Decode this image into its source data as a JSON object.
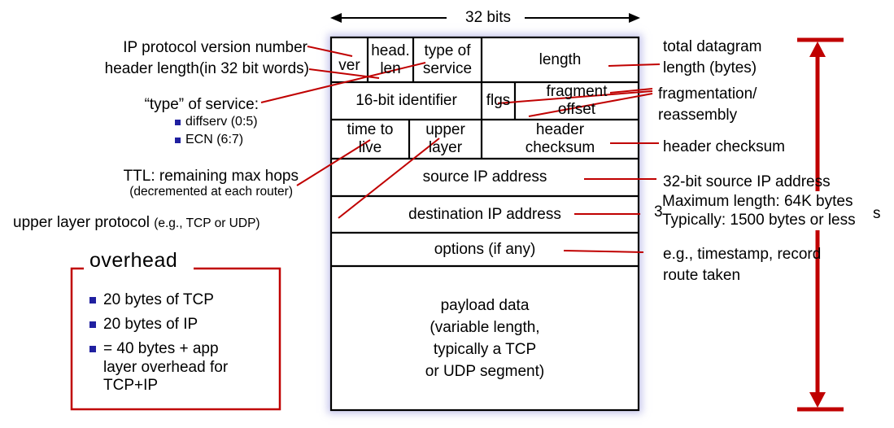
{
  "colors": {
    "accent_red": "#c00000",
    "bullet_blue": "#2020a0",
    "line_black": "#000000",
    "glow_lavender": "#a5a5e1"
  },
  "scale": {
    "label": "32 bits"
  },
  "header": {
    "ver": "ver",
    "head_len": "head.\nlen",
    "type_of_service": "type of\nservice",
    "length": "length",
    "identifier": "16-bit identifier",
    "flags": "flgs",
    "fragment_offset": "fragment\noffset",
    "ttl": "time to\nlive",
    "upper_layer": "upper\nlayer",
    "checksum": "header\nchecksum",
    "source": "source IP address",
    "destination": "destination IP address",
    "options": "options (if any)",
    "payload": "payload data\n(variable length,\ntypically a TCP\nor UDP segment)"
  },
  "left_annotations": {
    "version": "IP protocol version number",
    "header_length": "header length(in 32 bit words)",
    "tos_title": "“type” of service:",
    "tos_items": [
      "diffserv (0:5)",
      "ECN (6:7)"
    ],
    "ttl": "TTL: remaining  max hops",
    "ttl_note": "(decremented at each router)",
    "upper_layer": "upper layer protocol",
    "upper_layer_note": "(e.g., TCP or UDP)"
  },
  "right_annotations": {
    "total_length": "total datagram\nlength (bytes)",
    "fragmentation": "fragmentation/\nreassembly",
    "checksum": "header checksum",
    "source": "32-bit source IP address",
    "destination_fragment_left": "3",
    "destination_fragment_right": "s",
    "options": "e.g., timestamp, record\nroute taken"
  },
  "capacity_note": {
    "text": "Maximum length: 64K bytes\nTypically: 1500 bytes or less"
  },
  "overhead": {
    "title": "overhead",
    "items": [
      "20 bytes of TCP",
      "20 bytes of IP",
      "= 40 bytes + app\nlayer overhead for\nTCP+IP"
    ]
  }
}
